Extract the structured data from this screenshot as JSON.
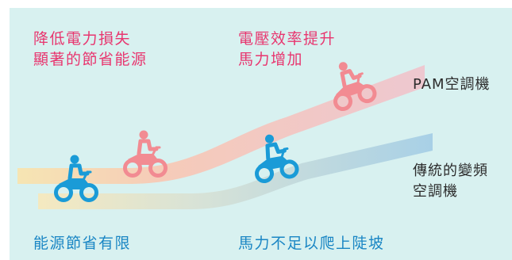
{
  "colors": {
    "background": "#d8f1f0",
    "pam_accent": "#e8366f",
    "pam_bike": "#f28b92",
    "inverter_accent": "#1a86c4",
    "inverter_bike": "#1a9bd7",
    "label_text": "#2b2b2b"
  },
  "icons": {
    "pam_bike_left": "motorcycle-rider-icon",
    "pam_bike_slope": "motorcycle-rider-icon",
    "inverter_bike_left": "motorcycle-rider-icon",
    "inverter_bike_slope": "motorcycle-rider-icon"
  },
  "top_left_caption": {
    "line1": "降低電力損失",
    "line2": "顯著的節省能源"
  },
  "top_mid_caption": {
    "line1": "電壓效率提升",
    "line2": "馬力增加"
  },
  "pam_label": "PAM空調機",
  "inverter_label": {
    "line1": "傳統的變頻",
    "line2": "空調機"
  },
  "bottom_left_caption": "能源節省有限",
  "bottom_mid_caption": "馬力不足以爬上陡坡"
}
